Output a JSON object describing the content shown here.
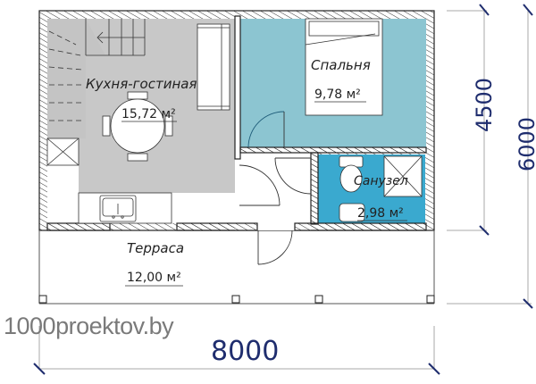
{
  "plan": {
    "watermark": "1000proektov.by",
    "colors": {
      "kitchen_living": "#c8c8c8",
      "bedroom": "#8cc5d1",
      "bathroom": "#3aa9cf",
      "dimension_text": "#1f2d6e",
      "walls": "#222222"
    },
    "rooms": [
      {
        "name": "Кухня-гостиная",
        "area": "15,72 м²"
      },
      {
        "name": "Спальня",
        "area": "9,78 м²"
      },
      {
        "name": "Санузел",
        "area": "2,98 м²"
      },
      {
        "name": "Терраса",
        "area": "12,00 м²"
      }
    ],
    "dimensions": {
      "width": "8000",
      "depth_house": "4500",
      "depth_total": "6000"
    }
  }
}
